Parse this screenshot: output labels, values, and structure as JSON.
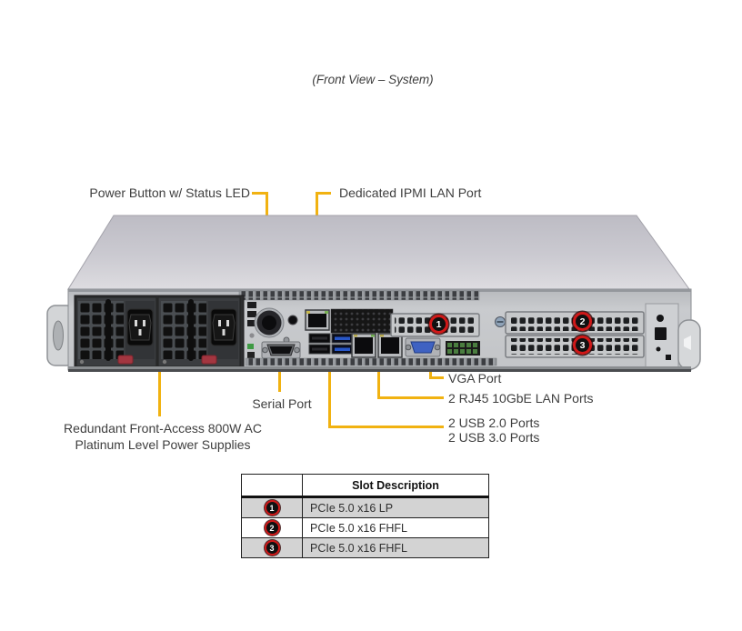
{
  "title": "(Front View – System)",
  "callouts": {
    "power_button": "Power Button w/ Status LED",
    "ipmi": "Dedicated IPMI LAN Port",
    "serial": "Serial Port",
    "vga": "VGA Port",
    "rj45": "2 RJ45 10GbE LAN Ports",
    "usb2": "2 USB 2.0 Ports",
    "usb3": "2 USB 3.0 Ports",
    "psu_line1": "Redundant Front-Access 800W AC",
    "psu_line2": "Platinum Level Power Supplies"
  },
  "markers": {
    "slot1": "1",
    "slot2": "2",
    "slot3": "3"
  },
  "table": {
    "header": "Slot Description",
    "rows": [
      {
        "marker": "1",
        "description": "PCIe 5.0 x16 LP"
      },
      {
        "marker": "2",
        "description": "PCIe 5.0 x16 FHFL"
      },
      {
        "marker": "3",
        "description": "PCIe 5.0 x16 FHFL"
      }
    ]
  },
  "colors": {
    "callout_line": "#F1B211",
    "marker_ring": "#D01818",
    "marker_fill": "#101010",
    "table_row_gray": "#D3D3D3",
    "chassis_top": "#CBCAD1",
    "chassis_face": "#C6C8CB"
  }
}
